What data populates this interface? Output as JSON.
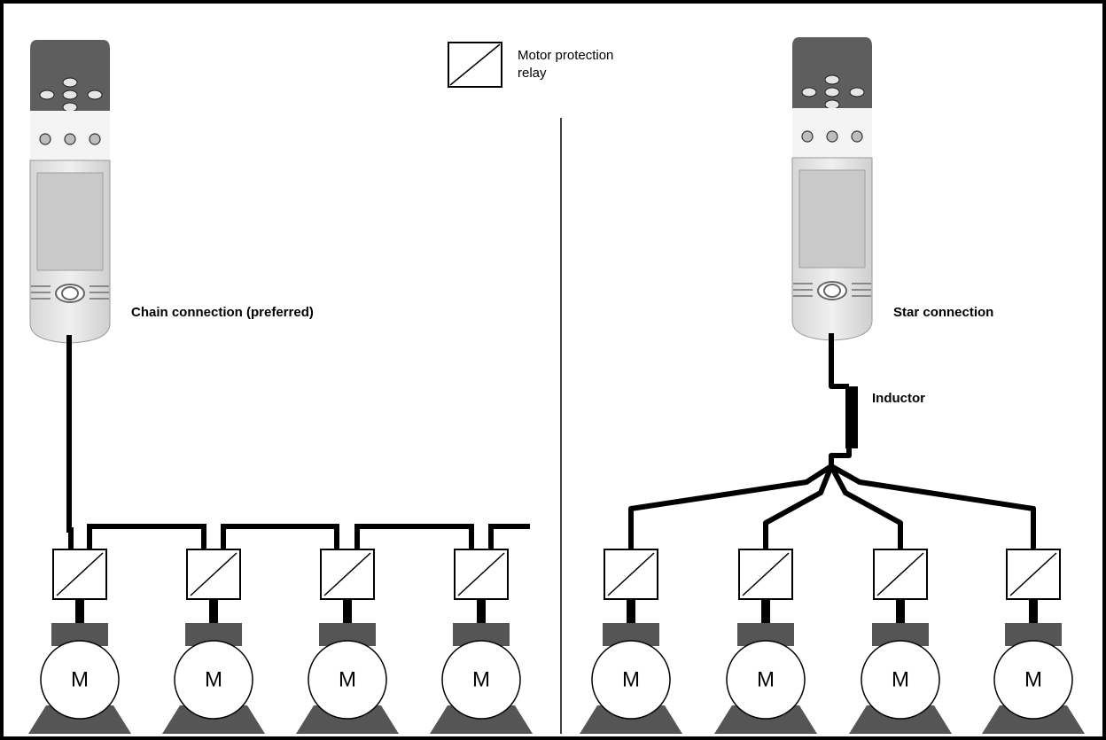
{
  "legend": {
    "line1": "Motor protection",
    "line2": "relay"
  },
  "left": {
    "label": "Chain connection (preferred)"
  },
  "right": {
    "label": "Star connection",
    "inductor_label": "Inductor"
  },
  "motor_letter": "M",
  "colors": {
    "frame": "#000000",
    "drive_body": "#e8e8e8",
    "drive_panel": "#c9c9c9",
    "keypad": "#5e5e5e",
    "motor_base": "#555555",
    "wire": "#000000"
  }
}
